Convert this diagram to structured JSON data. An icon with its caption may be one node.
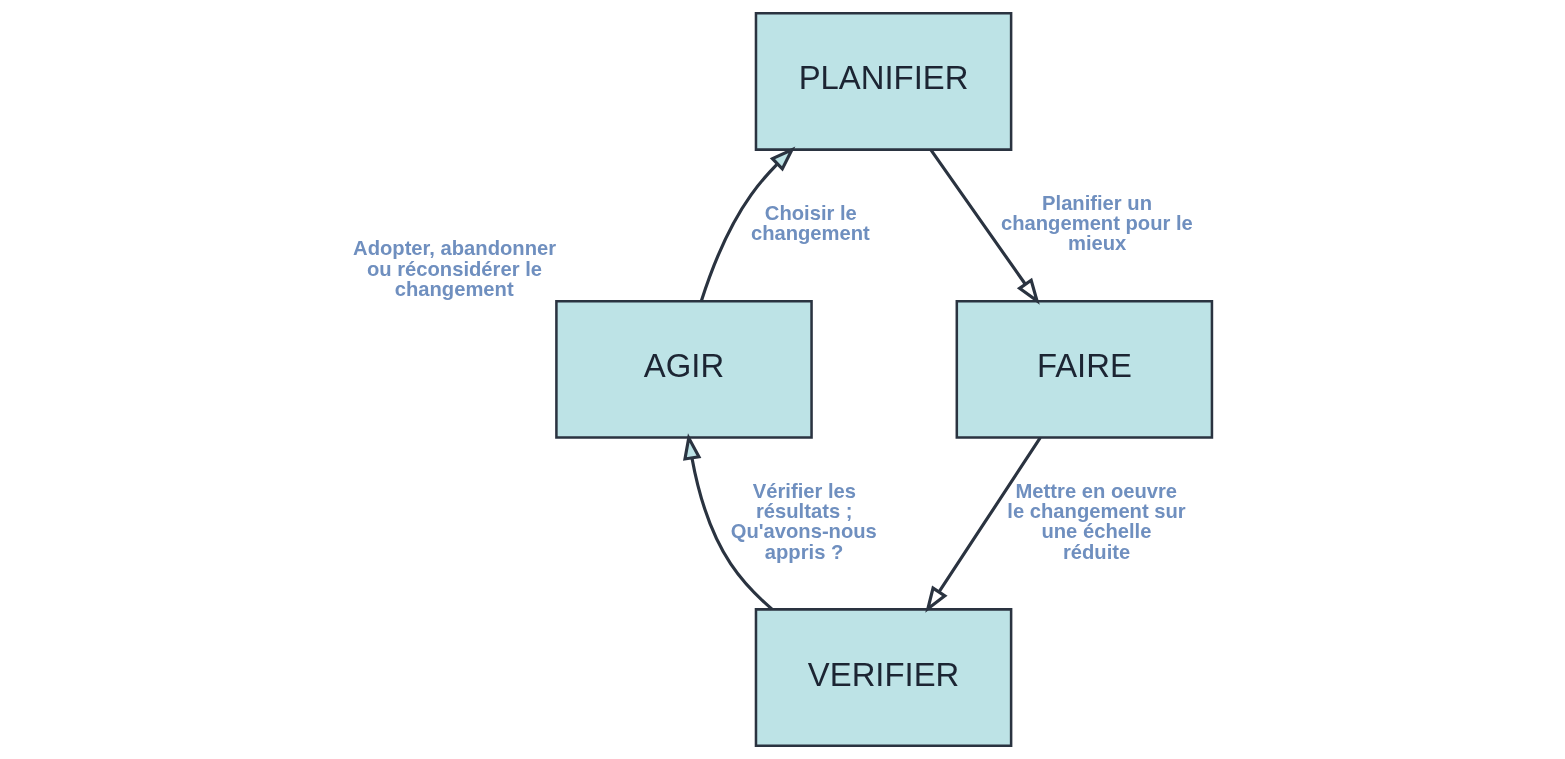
{
  "diagram": {
    "nodes": [
      {
        "text": [
          "PLANIFIER"
        ]
      },
      {
        "text": [
          "AGIR"
        ],
        "beside": [
          "Adopter, abandonner ou réconsidérer le changement"
        ]
      },
      {
        "text": [
          "FAIRE"
        ]
      },
      {
        "text": [
          "VERIFIER"
        ]
      }
    ],
    "edges": [
      {
        "from": 1,
        "to": 0,
        "arrow": "to",
        "label": "Choisir le changement"
      },
      {
        "from": 0,
        "to": 2,
        "arrow": "to",
        "label": "Planifier un changement pour le mieux"
      },
      {
        "from": 2,
        "to": 3,
        "arrow": "to",
        "label": "Mettre en oeuvre le changement sur une échelle réduite"
      },
      {
        "from": 3,
        "to": 1,
        "arrow": "to",
        "label": "Vérifier les résultats ; Qu'avons-nous appris ?"
      }
    ]
  }
}
